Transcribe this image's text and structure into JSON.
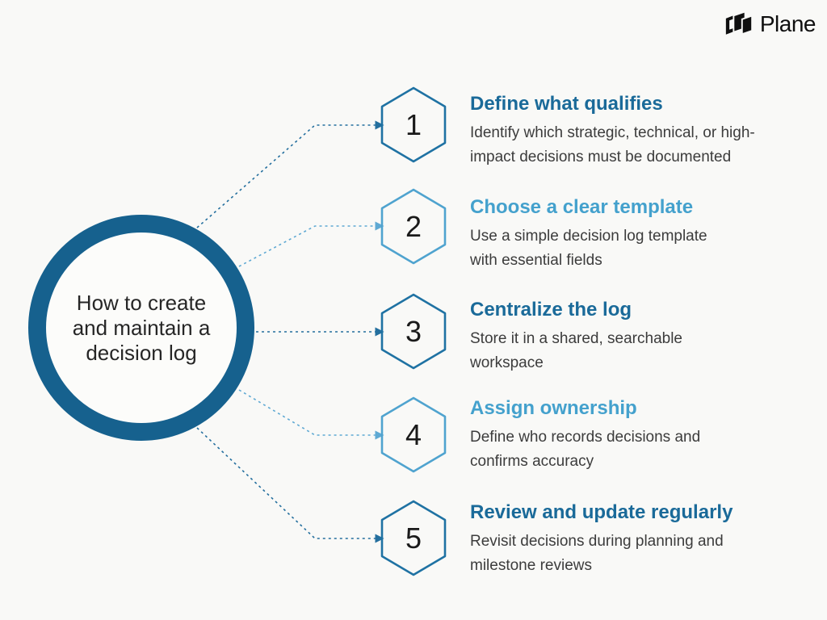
{
  "brand": {
    "name": "Plane",
    "icon": "plane-logo-icon"
  },
  "center": {
    "title_lines": [
      "How to create",
      "and maintain a",
      "decision log"
    ]
  },
  "steps": [
    {
      "number": "1",
      "title": "Define what qualifies",
      "description_lines": [
        "Identify which strategic, technical, or high-",
        "impact decisions must be documented"
      ],
      "tone": "dark"
    },
    {
      "number": "2",
      "title": "Choose a clear template",
      "description_lines": [
        "Use a simple decision log template",
        "with essential fields"
      ],
      "tone": "light"
    },
    {
      "number": "3",
      "title": "Centralize the log",
      "description_lines": [
        "Store it in a shared, searchable",
        "workspace"
      ],
      "tone": "dark"
    },
    {
      "number": "4",
      "title": "Assign ownership",
      "description_lines": [
        "Define who records decisions and",
        "confirms accuracy"
      ],
      "tone": "light"
    },
    {
      "number": "5",
      "title": "Review and update regularly",
      "description_lines": [
        "Revisit decisions during planning and",
        "milestone reviews"
      ],
      "tone": "dark"
    }
  ],
  "colors": {
    "background": "#f9f9f7",
    "ring_color": "#16618e",
    "title_color": "#262626",
    "body_text": "#3c3c3c",
    "number_color": "#1a1a1a",
    "brand_color": "#0f0f0f",
    "heading_dark": "#1a6a99",
    "heading_light": "#44a1cd",
    "hex_dark": "#1f72a3",
    "hex_light": "#4fa3cf",
    "connector_dark": "#246f9e",
    "connector_light": "#5fa9d3"
  }
}
